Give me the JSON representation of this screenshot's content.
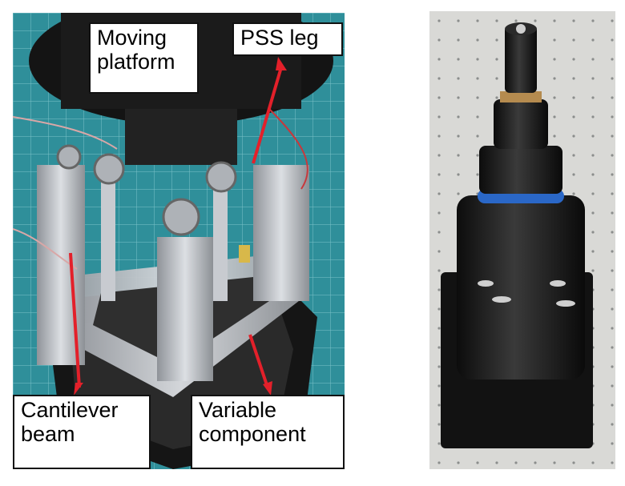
{
  "figure": {
    "left_photo": {
      "description_icon": "robot-prototype-photo-icon"
    },
    "right_photo": {
      "description_icon": "cylindrical-device-photo-icon"
    }
  },
  "callouts": {
    "moving_platform": {
      "line1": "Moving",
      "line2": "platform"
    },
    "pss_leg": {
      "line1": "PSS leg"
    },
    "cantilever_beam": {
      "line1": "Cantilever",
      "line2": "beam"
    },
    "variable_component": {
      "line1": "Variable",
      "line2": "component"
    }
  },
  "colors": {
    "arrow": "#e3202a",
    "mat": "#2f8f9a",
    "metal": "#b9bcc0",
    "dark": "#1a1a1a"
  }
}
